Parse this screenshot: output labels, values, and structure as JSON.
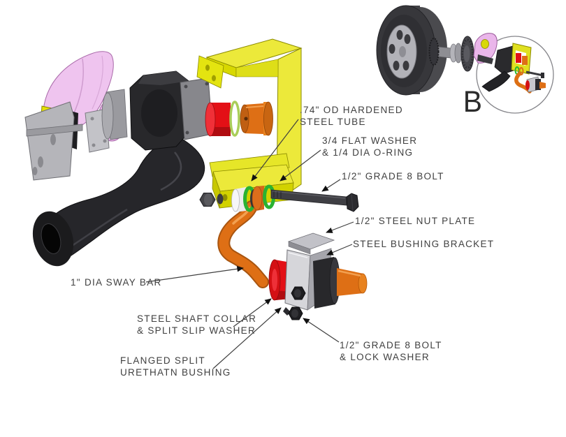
{
  "diagram": {
    "background": "#ffffff",
    "view_label": "B",
    "callouts": {
      "steel_tube": {
        "line1": ".74\" OD HARDENED",
        "line2": "STEEL TUBE"
      },
      "flat_washer": {
        "line1": "3/4 FLAT WASHER",
        "line2": "& 1/4 DIA O-RING"
      },
      "grade8_bolt": {
        "line1": "1/2\" GRADE 8 BOLT"
      },
      "nut_plate": {
        "line1": "1/2\" STEEL NUT PLATE"
      },
      "bushing_bracket": {
        "line1": "STEEL BUSHING BRACKET"
      },
      "sway_bar": {
        "line1": "1\" DIA SWAY BAR"
      },
      "shaft_collar": {
        "line1": "STEEL SHAFT COLLAR",
        "line2": "& SPLIT SLIP WASHER"
      },
      "flanged_bushing": {
        "line1": "FLANGED SPLIT",
        "line2": "URETHATN BUSHING"
      },
      "grade8_bolt_lock": {
        "line1": "1/2\" GRADE 8 BOLT",
        "line2": "& LOCK WASHER"
      }
    },
    "colors": {
      "bracket_yellow": "#ece93a",
      "bracket_yellow_dark": "#d2c900",
      "sway_bar_orange": "#de6f15",
      "bushing_red": "#e31016",
      "oring_green": "#2ab232",
      "shroud_pink": "#efc4ef",
      "steel_gray": "#d6d6da",
      "part_black": "#26262a",
      "label_text": "#3f3f3f"
    }
  }
}
